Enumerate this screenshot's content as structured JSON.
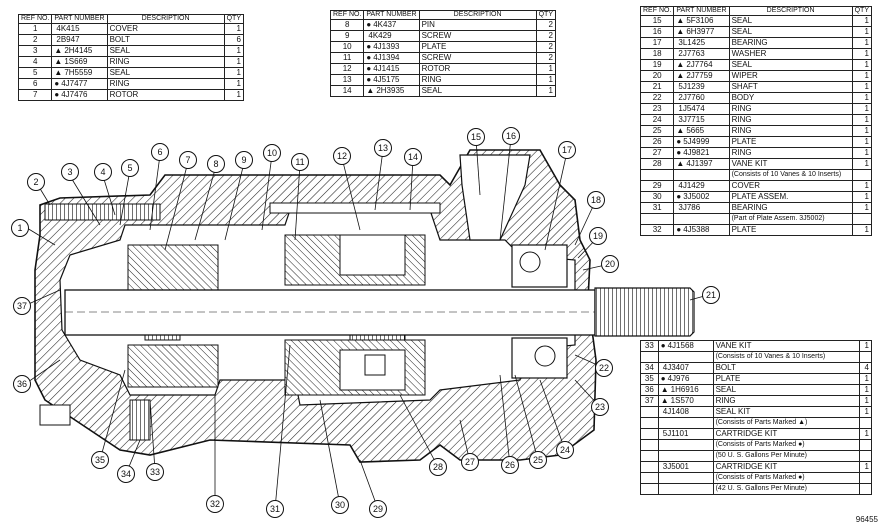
{
  "headers": {
    "ref_no": "REF NO.",
    "part_number": "PART NUMBER",
    "description": "DESCRIPTION",
    "qty": "QTY"
  },
  "table_left": [
    {
      "ref": "1",
      "mark": "",
      "part": "4K415",
      "desc": "COVER",
      "qty": "1"
    },
    {
      "ref": "2",
      "mark": "",
      "part": "2B947",
      "desc": "BOLT",
      "qty": "6"
    },
    {
      "ref": "3",
      "mark": "▲",
      "part": "2H4145",
      "desc": "SEAL",
      "qty": "1"
    },
    {
      "ref": "4",
      "mark": "▲",
      "part": "1S669",
      "desc": "RING",
      "qty": "1"
    },
    {
      "ref": "5",
      "mark": "▲",
      "part": "7H5559",
      "desc": "SEAL",
      "qty": "1"
    },
    {
      "ref": "6",
      "mark": "●",
      "part": "4J7477",
      "desc": "RING",
      "qty": "1"
    },
    {
      "ref": "7",
      "mark": "●",
      "part": "4J7476",
      "desc": "ROTOR",
      "qty": "1"
    }
  ],
  "table_mid": [
    {
      "ref": "8",
      "mark": "●",
      "part": "4K437",
      "desc": "PIN",
      "qty": "2"
    },
    {
      "ref": "9",
      "mark": "",
      "part": "4K429",
      "desc": "SCREW",
      "qty": "2"
    },
    {
      "ref": "10",
      "mark": "●",
      "part": "4J1393",
      "desc": "PLATE",
      "qty": "2"
    },
    {
      "ref": "11",
      "mark": "●",
      "part": "4J1394",
      "desc": "SCREW",
      "qty": "2"
    },
    {
      "ref": "12",
      "mark": "●",
      "part": "4J1415",
      "desc": "ROTOR",
      "qty": "1"
    },
    {
      "ref": "13",
      "mark": "●",
      "part": "4J5175",
      "desc": "RING",
      "qty": "1"
    },
    {
      "ref": "14",
      "mark": "▲",
      "part": "2H3935",
      "desc": "SEAL",
      "qty": "1"
    }
  ],
  "table_right": [
    {
      "ref": "15",
      "mark": "▲",
      "part": "5F3106",
      "desc": "SEAL",
      "qty": "1"
    },
    {
      "ref": "16",
      "mark": "▲",
      "part": "6H3977",
      "desc": "SEAL",
      "qty": "1"
    },
    {
      "ref": "17",
      "mark": "",
      "part": "3L1425",
      "desc": "BEARING",
      "qty": "1"
    },
    {
      "ref": "18",
      "mark": "",
      "part": "2J7763",
      "desc": "WASHER",
      "qty": "1"
    },
    {
      "ref": "19",
      "mark": "▲",
      "part": "2J7764",
      "desc": "SEAL",
      "qty": "1"
    },
    {
      "ref": "20",
      "mark": "▲",
      "part": "2J7759",
      "desc": "WIPER",
      "qty": "1"
    },
    {
      "ref": "21",
      "mark": "",
      "part": "5J1239",
      "desc": "SHAFT",
      "qty": "1"
    },
    {
      "ref": "22",
      "mark": "",
      "part": "2J7760",
      "desc": "BODY",
      "qty": "1"
    },
    {
      "ref": "23",
      "mark": "",
      "part": "1J5474",
      "desc": "RING",
      "qty": "1"
    },
    {
      "ref": "24",
      "mark": "",
      "part": "3J7715",
      "desc": "RING",
      "qty": "1"
    },
    {
      "ref": "25",
      "mark": "▲",
      "part": "5665",
      "desc": "RING",
      "qty": "1"
    },
    {
      "ref": "26",
      "mark": "●",
      "part": "5J4999",
      "desc": "PLATE",
      "qty": "1"
    },
    {
      "ref": "27",
      "mark": "●",
      "part": "4J9821",
      "desc": "RING",
      "qty": "1"
    },
    {
      "ref": "28",
      "mark": "▲",
      "part": "4J1397",
      "desc": "VANE KIT",
      "qty": "1"
    },
    {
      "ref": "",
      "mark": "",
      "part": "",
      "desc": "(Consists of 10 Vanes & 10 Inserts)",
      "qty": ""
    },
    {
      "ref": "29",
      "mark": "",
      "part": "4J1429",
      "desc": "COVER",
      "qty": "1"
    },
    {
      "ref": "30",
      "mark": "●",
      "part": "3J5002",
      "desc": "PLATE ASSEM.",
      "qty": "1"
    },
    {
      "ref": "31",
      "mark": "",
      "part": "3J786",
      "desc": "BEARING",
      "qty": "1"
    },
    {
      "ref": "",
      "mark": "",
      "part": "",
      "desc": "(Part of Plate Assem. 3J5002)",
      "qty": ""
    },
    {
      "ref": "32",
      "mark": "●",
      "part": "4J5388",
      "desc": "PLATE",
      "qty": "1"
    }
  ],
  "table_bottom": [
    {
      "ref": "33",
      "mark": "●",
      "part": "4J1568",
      "desc": "VANE KIT",
      "qty": "1"
    },
    {
      "ref": "",
      "mark": "",
      "part": "",
      "desc": "(Consists of 10 Vanes & 10 Inserts)",
      "qty": ""
    },
    {
      "ref": "34",
      "mark": "",
      "part": "4J3407",
      "desc": "BOLT",
      "qty": "4"
    },
    {
      "ref": "35",
      "mark": "●",
      "part": "4J976",
      "desc": "PLATE",
      "qty": "1"
    },
    {
      "ref": "36",
      "mark": "▲",
      "part": "1H6916",
      "desc": "SEAL",
      "qty": "1"
    },
    {
      "ref": "37",
      "mark": "▲",
      "part": "1S570",
      "desc": "RING",
      "qty": "1"
    },
    {
      "ref": "",
      "mark": "",
      "part": "4J1408",
      "desc": "SEAL KIT",
      "qty": "1"
    },
    {
      "ref": "",
      "mark": "",
      "part": "",
      "desc": "(Consists of Parts Marked ▲)",
      "qty": ""
    },
    {
      "ref": "",
      "mark": "",
      "part": "5J1101",
      "desc": "CARTRIDGE KIT",
      "qty": "1"
    },
    {
      "ref": "",
      "mark": "",
      "part": "",
      "desc": "(Consists of Parts Marked ●)",
      "qty": ""
    },
    {
      "ref": "",
      "mark": "",
      "part": "",
      "desc": "(50 U. S. Gallons Per Minute)",
      "qty": ""
    },
    {
      "ref": "",
      "mark": "",
      "part": "3J5001",
      "desc": "CARTRIDGE KIT",
      "qty": "1"
    },
    {
      "ref": "",
      "mark": "",
      "part": "",
      "desc": "(Consists of Parts Marked ●)",
      "qty": ""
    },
    {
      "ref": "",
      "mark": "",
      "part": "",
      "desc": "(42 U. S. Gallons Per Minute)",
      "qty": ""
    }
  ],
  "callouts": [
    "1",
    "2",
    "3",
    "4",
    "5",
    "6",
    "7",
    "8",
    "9",
    "10",
    "11",
    "12",
    "13",
    "14",
    "15",
    "16",
    "17",
    "18",
    "19",
    "20",
    "21",
    "22",
    "23",
    "24",
    "25",
    "26",
    "27",
    "28",
    "29",
    "30",
    "31",
    "32",
    "33",
    "34",
    "35",
    "36",
    "37"
  ],
  "figure_number": "96455"
}
